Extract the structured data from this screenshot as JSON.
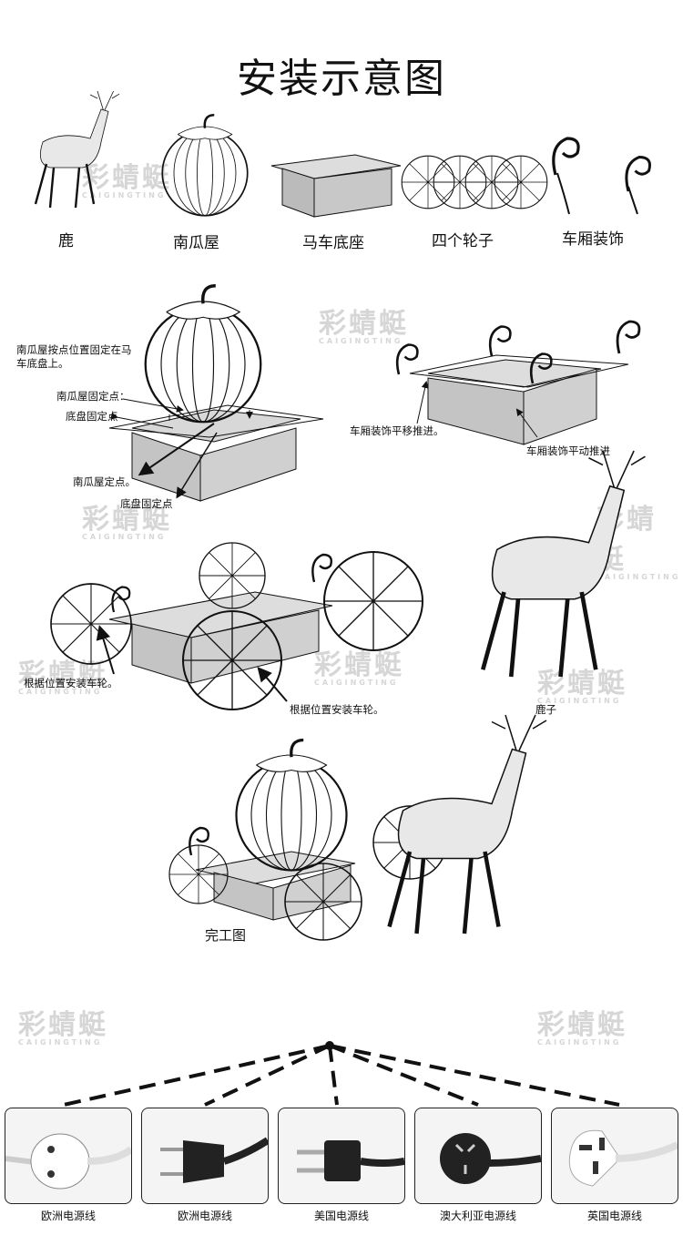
{
  "title": "安装示意图",
  "components": [
    "鹿",
    "南瓜屋",
    "马车底座",
    "四个轮子",
    "车厢装饰"
  ],
  "step1": {
    "note": "南瓜屋按点位置固定在马车底盘上。",
    "labels": [
      "南瓜屋固定点：",
      "底盘固定点",
      "南瓜屋定点。",
      "底盘固定点"
    ]
  },
  "step2": {
    "labels": [
      "车厢装饰平移推进。",
      "车厢装饰平动推进"
    ]
  },
  "step3": {
    "labels": [
      "根据位置安装车轮。",
      "根据位置安装车轮。"
    ],
    "deer_label": "鹿子"
  },
  "final_label": "完工图",
  "watermark": {
    "cn": "彩蜻蜓",
    "en": "CAIGINGTING"
  },
  "plugs": [
    "欧洲电源线",
    "欧洲电源线",
    "美国电源线",
    "澳大利亚电源线",
    "英国电源线"
  ]
}
